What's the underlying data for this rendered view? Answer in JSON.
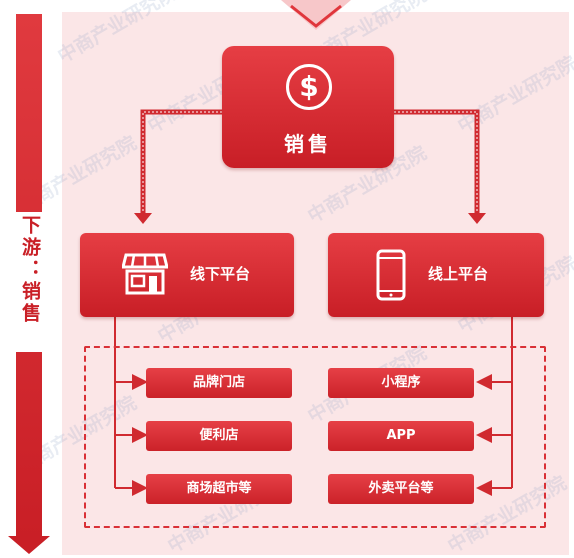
{
  "side_label": "下游：销售",
  "sales": {
    "label": "销售",
    "icon": "dollar-icon"
  },
  "offline": {
    "label": "线下平台",
    "icon": "store-icon"
  },
  "online": {
    "label": "线上平台",
    "icon": "phone-icon"
  },
  "offline_items": [
    "品牌门店",
    "便利店",
    "商场超市等"
  ],
  "online_items": [
    "小程序",
    "APP",
    "外卖平台等"
  ],
  "watermark": "中商产业研究院",
  "colors": {
    "primary_red": "#c91f26",
    "panel_bg": "#fbe6e7"
  }
}
